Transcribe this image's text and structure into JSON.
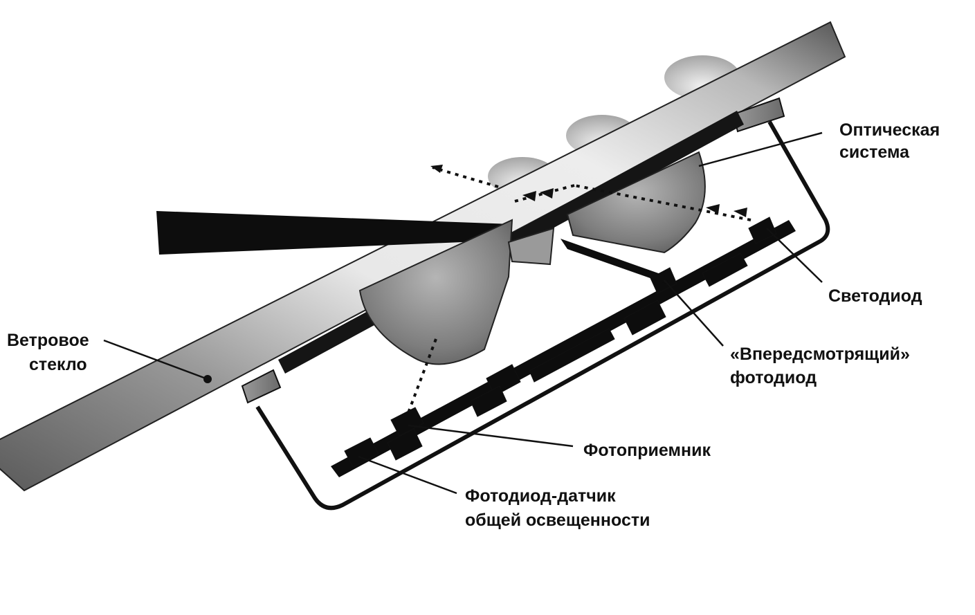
{
  "labels": {
    "optical_system_line1": "Оптическая",
    "optical_system_line2": "система",
    "led": "Светодиод",
    "forward_photodiode_line1": "«Впередсмотрящий»",
    "forward_photodiode_line2": "фотодиод",
    "photoreceiver": "Фотоприемник",
    "ambient_sensor_line1": "Фотодиод-датчик",
    "ambient_sensor_line2": "общей освещенности",
    "windshield_line1": "Ветровое",
    "windshield_line2": "стекло"
  },
  "colors": {
    "ink": "#111111",
    "glass_light": "#dcdcdc",
    "glass_dark": "#6e6e6e",
    "lens_gray": "#8a8a8a",
    "droplet": "#d9d9d9"
  }
}
